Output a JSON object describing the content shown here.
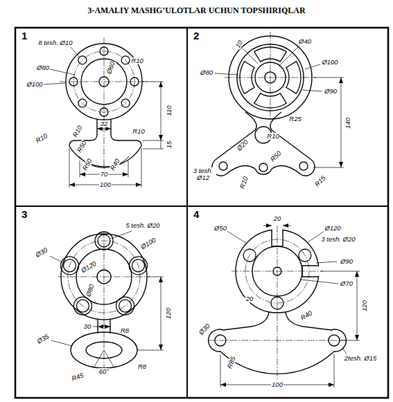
{
  "diagram": {
    "title": "3-AMALIY MASHG’ULOTLAR UCHUN TOPSHIRIQLAR",
    "nodes": [
      {
        "text": [
          "1"
        ]
      },
      {
        "text": [
          "2"
        ]
      },
      {
        "text": [
          "3"
        ]
      },
      {
        "text": [
          "4"
        ]
      }
    ],
    "labels": [
      "8 tesh. Ø10",
      "R10",
      "Ø80",
      "Ø60",
      "Ø100",
      "32",
      "110",
      "R10",
      "R10",
      "R10",
      "R50",
      "15",
      "R50",
      "R40",
      "70",
      "100",
      "10",
      "Ø40",
      "Ø80",
      "Ø100",
      "Ø90",
      "R25",
      "140",
      "Ø20",
      "R10",
      "R50",
      "3 tesh. Ø12",
      "R10",
      "R15",
      "5 tesh. Ø20",
      "Ø30",
      "Ø100",
      "Ø120",
      "Ø80",
      "120",
      "30",
      "R8",
      "Ø35",
      "R8",
      "60°",
      "R45",
      "Ø50",
      "20",
      "Ø120",
      "3 tesh. Ø20",
      "Ø90",
      "Ø70",
      "20",
      "R40",
      "120",
      "Ø30",
      "2tesh. Ø15",
      "R85",
      "100"
    ]
  }
}
